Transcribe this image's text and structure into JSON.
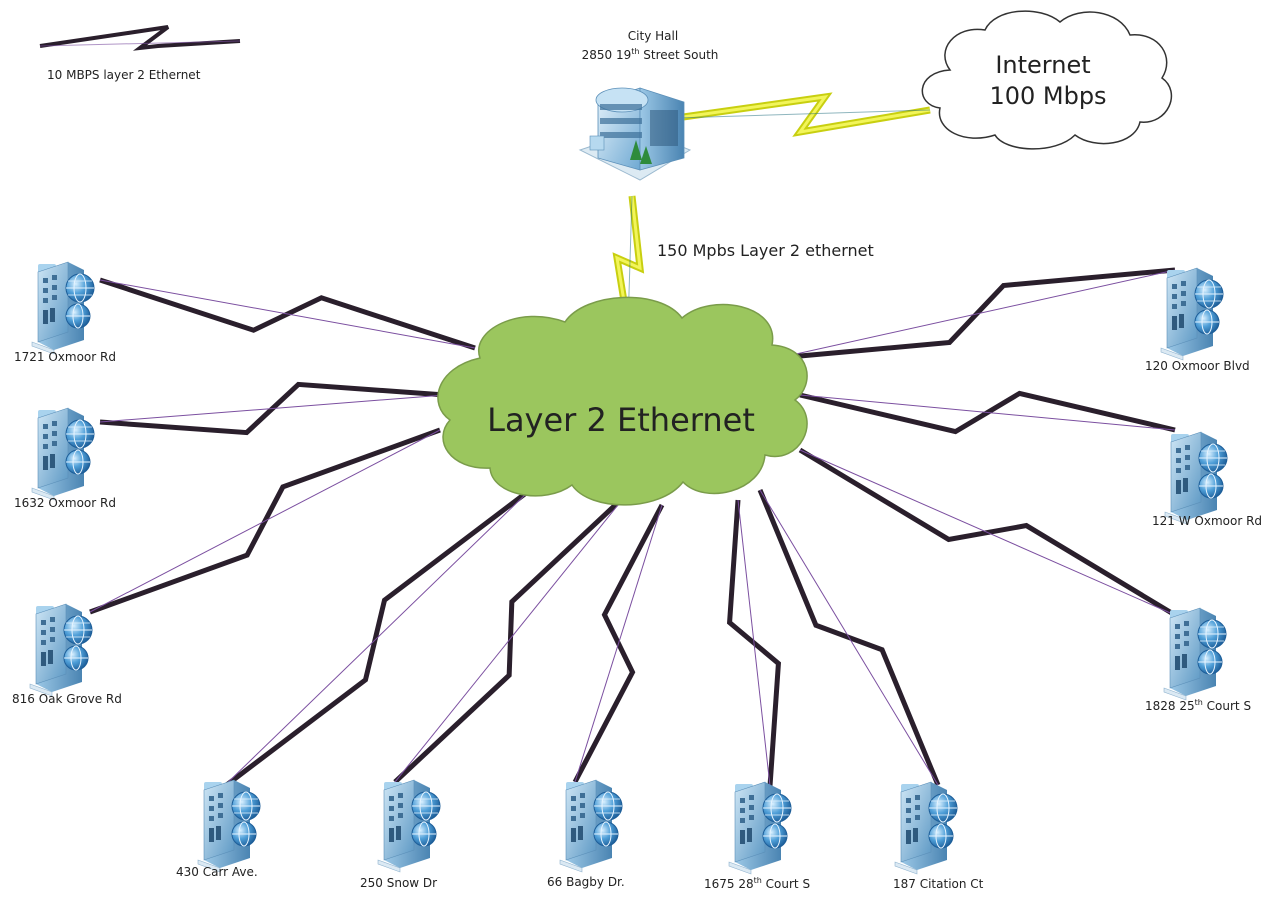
{
  "legend": {
    "label": "10 MBPS layer 2 Ethernet"
  },
  "city_hall": {
    "name": "City Hall",
    "address_pre": "2850 19",
    "address_sup": "th",
    "address_post": " Street South"
  },
  "internet": {
    "line1": "Internet",
    "line2": "100 Mbps"
  },
  "uplink": {
    "label": "150 Mpbs Layer 2 ethernet"
  },
  "hub": {
    "label": "Layer 2 Ethernet"
  },
  "sites": [
    {
      "id": "oxmoor-1721",
      "pre": "1721 Oxmoor Rd",
      "sup": "",
      "post": ""
    },
    {
      "id": "oxmoor-1632",
      "pre": "1632 Oxmoor Rd",
      "sup": "",
      "post": ""
    },
    {
      "id": "oak-grove-816",
      "pre": "816 Oak Grove Rd",
      "sup": "",
      "post": ""
    },
    {
      "id": "carr-430",
      "pre": "430 Carr Ave.",
      "sup": "",
      "post": ""
    },
    {
      "id": "snow-250",
      "pre": "250 Snow Dr",
      "sup": "",
      "post": ""
    },
    {
      "id": "bagby-66",
      "pre": "66 Bagby Dr.",
      "sup": "",
      "post": ""
    },
    {
      "id": "court-1675",
      "pre": "1675 28",
      "sup": "th",
      "post": " Court S"
    },
    {
      "id": "citation-187",
      "pre": "187 Citation Ct",
      "sup": "",
      "post": ""
    },
    {
      "id": "court-1828",
      "pre": "1828 25",
      "sup": "th",
      "post": " Court S"
    },
    {
      "id": "w-oxmoor-121",
      "pre": "121 W Oxmoor Rd",
      "sup": "",
      "post": ""
    },
    {
      "id": "oxmoor-blvd-120",
      "pre": "120 Oxmoor Blvd",
      "sup": "",
      "post": ""
    }
  ],
  "colors": {
    "cloud_green": "#9bc65e",
    "cloud_stroke": "#7a9c4a",
    "link_dark": "#2a1f2c",
    "link_accent": "#7b4fa0",
    "bolt_yellow": "#e8ef1a",
    "building_blue": "#7fb3d6",
    "globe_blue": "#2f7fc1"
  }
}
